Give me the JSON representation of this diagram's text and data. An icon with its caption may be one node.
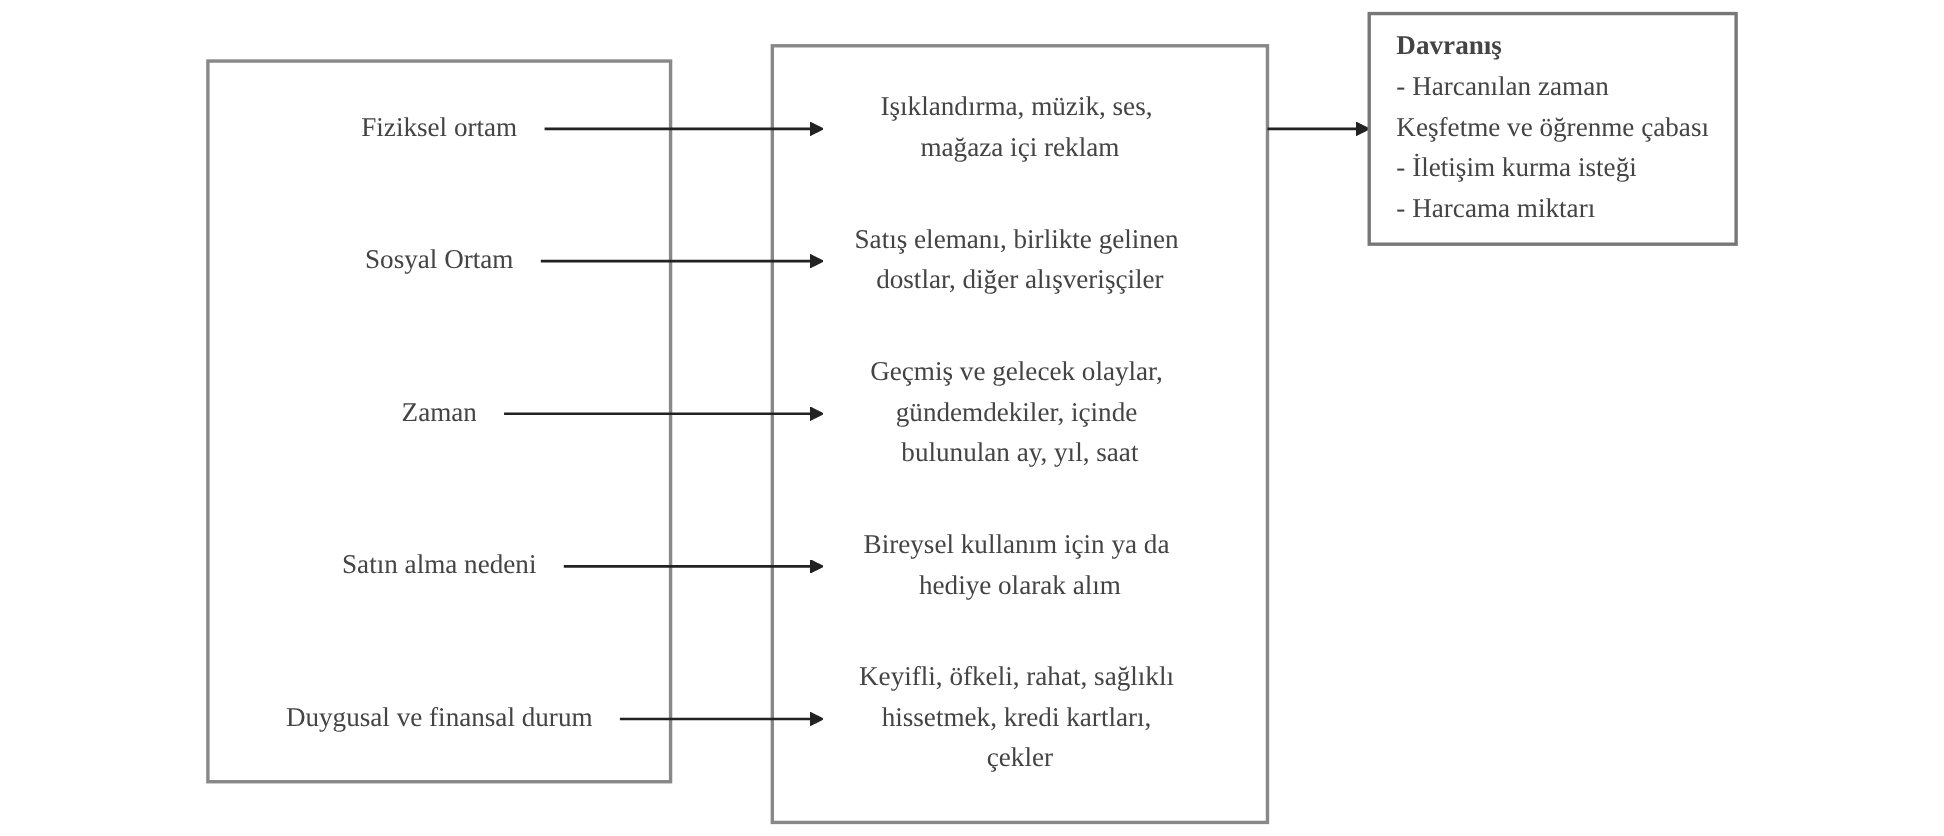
{
  "diagram": {
    "nodes": [
      {
        "text": [],
        "shape": "box"
      },
      {
        "text": [
          "Fiziksel ortam"
        ],
        "in": 0
      },
      {
        "text": [
          "Sosyal Ortam"
        ],
        "in": 0
      },
      {
        "text": [
          "Zaman"
        ],
        "in": 0
      },
      {
        "text": [
          "Satın alma nedeni"
        ],
        "in": 0
      },
      {
        "text": [
          "Duygusal ve finansal durum"
        ],
        "in": 0
      },
      {
        "text": [],
        "shape": "box"
      },
      {
        "text": [
          "Işıklandırma, müzik, ses, mağaza içi reklam"
        ],
        "in": 6
      },
      {
        "text": [
          "Satış elemanı, birlikte gelinen dostlar, diğer alışverişçiler"
        ],
        "in": 6
      },
      {
        "text": [
          "Geçmiş ve gelecek olaylar, gündemdekiler, içinde bulunulan ay, yıl, saat"
        ],
        "in": 6
      },
      {
        "text": [
          "Bireysel kullanım için ya da hediye olarak alım"
        ],
        "in": 6
      },
      {
        "text": [
          "Keyifli, öfkeli, rahat, sağlıklı hissetmek, kredi kartları, çekler"
        ],
        "in": 6
      },
      {
        "text": [
          "Davranış",
          "- Harcanılan zaman",
          "Keşfetme ve öğrenme çabası",
          "- İletişim kurma isteği",
          "- Harcama miktarı"
        ]
      }
    ],
    "edges": [
      {
        "from": 1,
        "to": 7,
        "arrow": "to"
      },
      {
        "from": 2,
        "to": 8,
        "arrow": "to"
      },
      {
        "from": 3,
        "to": 9,
        "arrow": "to"
      },
      {
        "from": 4,
        "to": 10,
        "arrow": "to"
      },
      {
        "from": 5,
        "to": 11,
        "arrow": "to"
      },
      {
        "from": 6,
        "to": 12,
        "arrow": "to"
      }
    ]
  }
}
